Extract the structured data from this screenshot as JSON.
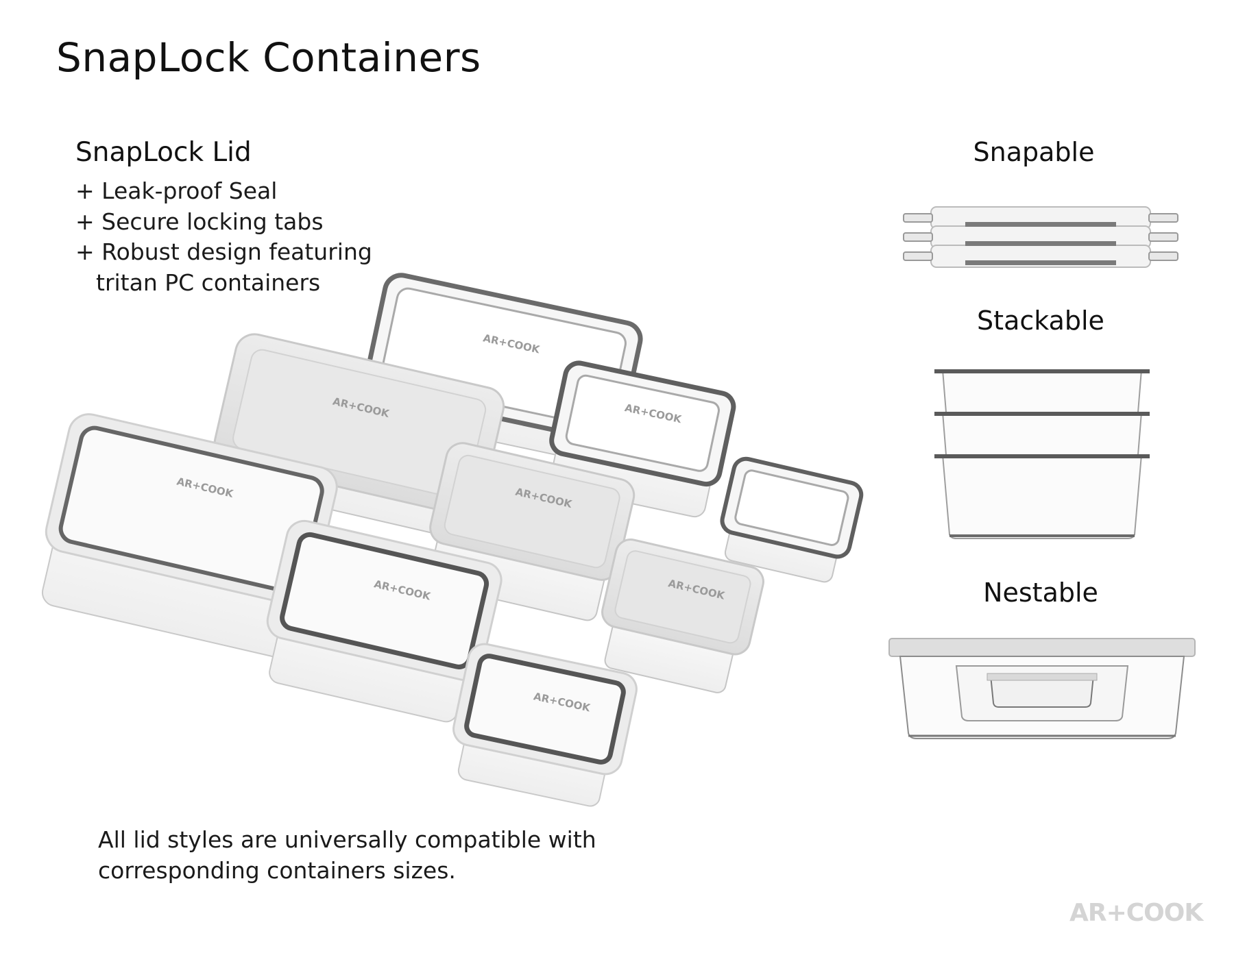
{
  "title": "SnapLock Containers",
  "lid": {
    "heading": "SnapLock Lid",
    "features": [
      "+ Leak-proof Seal",
      "+ Secure locking tabs",
      "+ Robust design featuring"
    ],
    "feature_continuation": "tritan PC containers"
  },
  "compatibility": [
    "All lid styles are universally compatible with",
    "corresponding containers sizes."
  ],
  "sections": {
    "snapable": "Snapable",
    "stackable": "Stackable",
    "nestable": "Nestable"
  },
  "product_label": "AR+COOK",
  "brand_logo": "AR+COOK",
  "colors": {
    "lid_gray": "#e4e4e4",
    "rim_dark": "#5f5f5f",
    "glass_edge": "#b9b9b9",
    "logo_gray": "#d4d4d4"
  }
}
